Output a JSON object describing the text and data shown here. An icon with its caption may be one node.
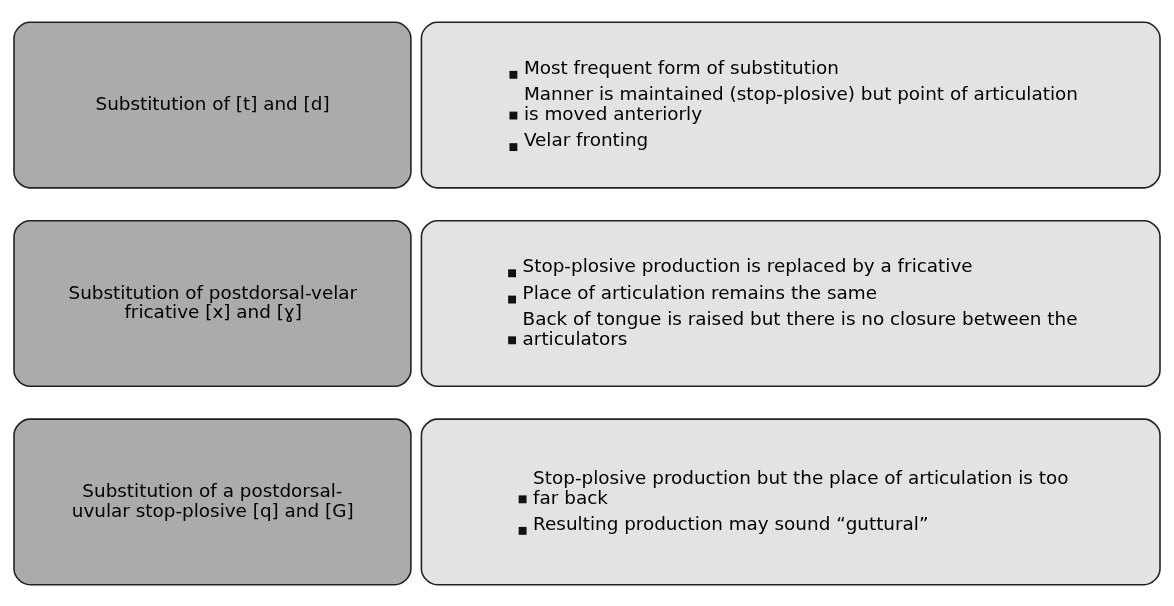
{
  "diagram": {
    "nodes": [
      {
        "text": [
          "Substitution of [t] and [d]"
        ]
      },
      {
        "text": [
          "Most frequent form of substitution",
          "Manner is maintained (stop-plosive) but point of articulation is moved anteriorly",
          "Velar fronting"
        ]
      },
      {
        "text": [
          "Substitution of postdorsal-velar fricative [x] and [ɣ]"
        ]
      },
      {
        "text": [
          "Stop-plosive production is replaced by a fricative",
          "Place of articulation remains the same",
          "Back of tongue is raised but there is no closure between the articulators"
        ]
      },
      {
        "text": [
          "Substitution of a postdorsal-uvular stop-plosive [q] and [G]"
        ]
      },
      {
        "text": [
          "Stop-plosive production but the place of articulation is too far back",
          "Resulting production may sound “guttural”"
        ]
      }
    ]
  }
}
